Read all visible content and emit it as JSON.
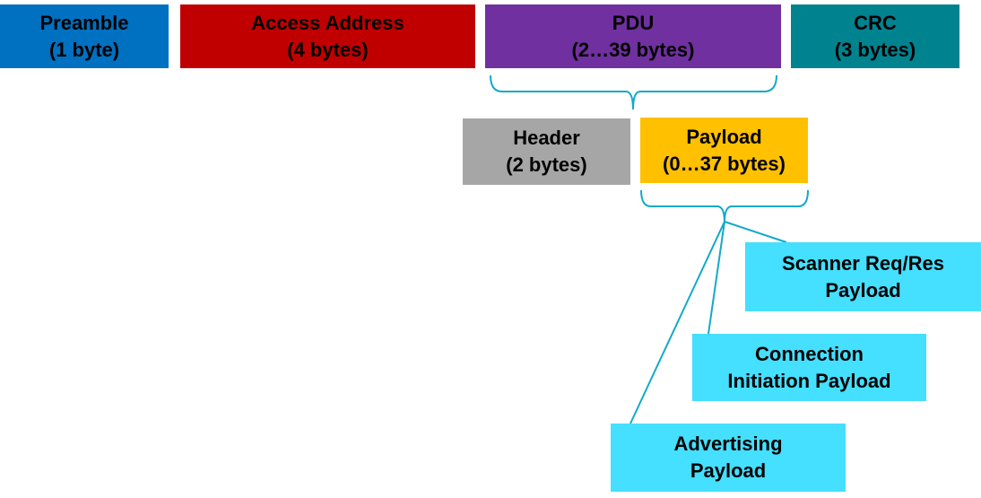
{
  "fields": [
    {
      "name": "Preamble",
      "size": "(1 byte)",
      "color": "#0070c0"
    },
    {
      "name": "Access Address",
      "size": "(4 bytes)",
      "color": "#c00000"
    },
    {
      "name": "PDU",
      "size": "(2…39 bytes)",
      "color": "#7030a0"
    },
    {
      "name": "CRC",
      "size": "(3 bytes)",
      "color": "#00828f"
    }
  ],
  "pdu_parts": [
    {
      "name": "Header",
      "size": "(2 bytes)",
      "color": "#a6a6a6"
    },
    {
      "name": "Payload",
      "size": "(0…37 bytes)",
      "color": "#ffc000"
    }
  ],
  "payload_types": [
    {
      "line1": "Scanner Req/Res",
      "line2": "Payload"
    },
    {
      "line1": "Connection",
      "line2": "Initiation Payload"
    },
    {
      "line1": "Advertising",
      "line2": "Payload"
    }
  ],
  "colors": {
    "payload_type": "#45dfff",
    "connector": "#12a9c9"
  }
}
